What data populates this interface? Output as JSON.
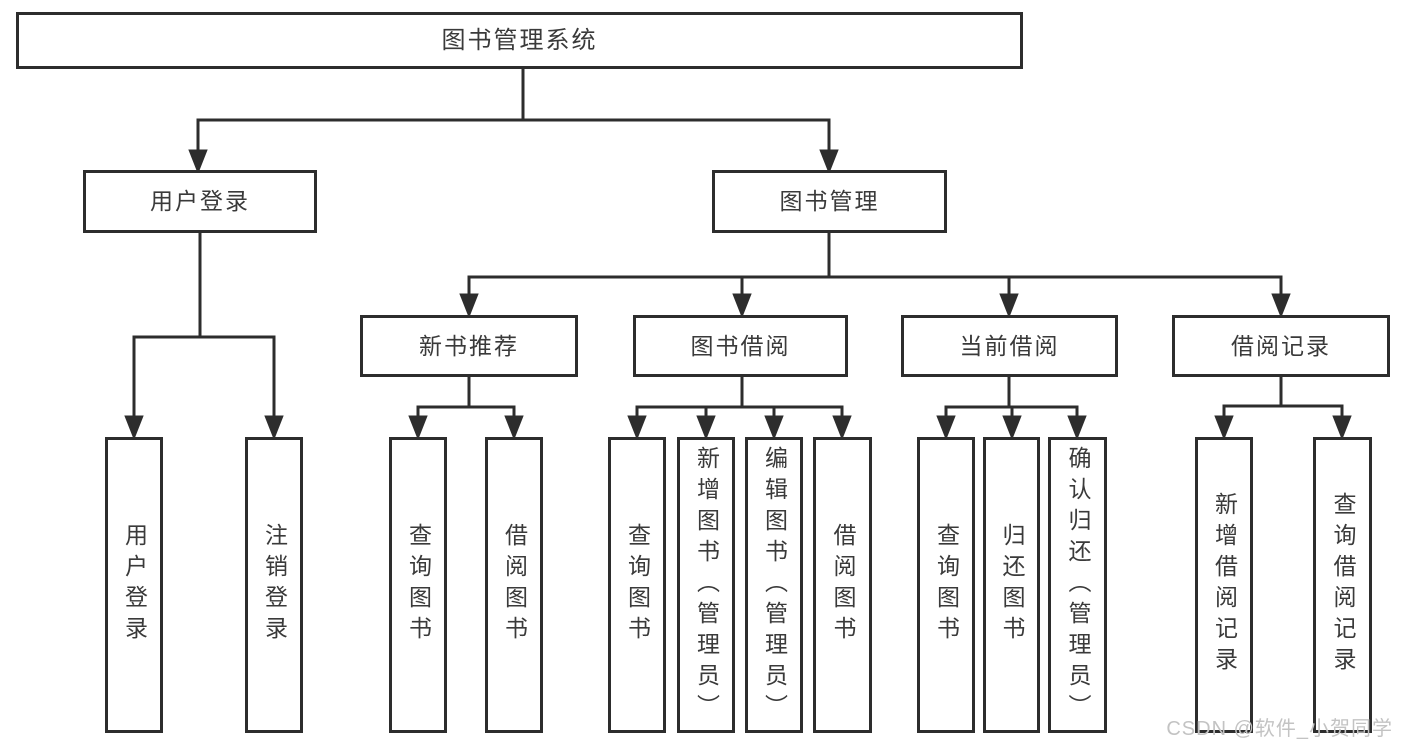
{
  "diagram": {
    "type": "hierarchy-tree",
    "title": "图书管理系统",
    "watermark": "CSDN @软件_小贺同学",
    "colors": {
      "line": "#2d2d2d",
      "box_border": "#2d2d2d",
      "text": "#3a3a3a",
      "background": "#ffffff",
      "watermark": "#c3c3c3"
    },
    "nodes": {
      "root": {
        "label": "图书管理系统"
      },
      "user_login": {
        "label": "用户登录"
      },
      "book_management": {
        "label": "图书管理"
      },
      "new_book_recommend": {
        "label": "新书推荐"
      },
      "book_borrow": {
        "label": "图书借阅"
      },
      "current_borrow": {
        "label": "当前借阅"
      },
      "borrow_records": {
        "label": "借阅记录"
      },
      "leaf_user_login": {
        "label": "用户登录"
      },
      "leaf_logout": {
        "label": "注销登录"
      },
      "leaf_rec_query_book": {
        "label": "查询图书"
      },
      "leaf_rec_borrow_book": {
        "label": "借阅图书"
      },
      "leaf_bb_query_book": {
        "label": "查询图书"
      },
      "leaf_bb_add_book": {
        "label": "新增图书（管理员）"
      },
      "leaf_bb_edit_book": {
        "label": "编辑图书（管理员）"
      },
      "leaf_bb_borrow_book": {
        "label": "借阅图书"
      },
      "leaf_cb_query_book": {
        "label": "查询图书"
      },
      "leaf_cb_return_book": {
        "label": "归还图书"
      },
      "leaf_cb_confirm_return": {
        "label": "确认归还（管理员）"
      },
      "leaf_br_add_record": {
        "label": "新增借阅记录"
      },
      "leaf_br_query_record": {
        "label": "查询借阅记录"
      }
    },
    "edges": [
      {
        "from": "图书管理系统",
        "to": "用户登录"
      },
      {
        "from": "图书管理系统",
        "to": "图书管理"
      },
      {
        "from": "用户登录",
        "to": "用户登录"
      },
      {
        "from": "用户登录",
        "to": "注销登录"
      },
      {
        "from": "图书管理",
        "to": "新书推荐"
      },
      {
        "from": "图书管理",
        "to": "图书借阅"
      },
      {
        "from": "图书管理",
        "to": "当前借阅"
      },
      {
        "from": "图书管理",
        "to": "借阅记录"
      },
      {
        "from": "新书推荐",
        "to": "查询图书"
      },
      {
        "from": "新书推荐",
        "to": "借阅图书"
      },
      {
        "from": "图书借阅",
        "to": "查询图书"
      },
      {
        "from": "图书借阅",
        "to": "新增图书（管理员）"
      },
      {
        "from": "图书借阅",
        "to": "编辑图书（管理员）"
      },
      {
        "from": "图书借阅",
        "to": "借阅图书"
      },
      {
        "from": "当前借阅",
        "to": "查询图书"
      },
      {
        "from": "当前借阅",
        "to": "归还图书"
      },
      {
        "from": "当前借阅",
        "to": "确认归还（管理员）"
      },
      {
        "from": "借阅记录",
        "to": "新增借阅记录"
      },
      {
        "from": "借阅记录",
        "to": "查询借阅记录"
      }
    ]
  }
}
